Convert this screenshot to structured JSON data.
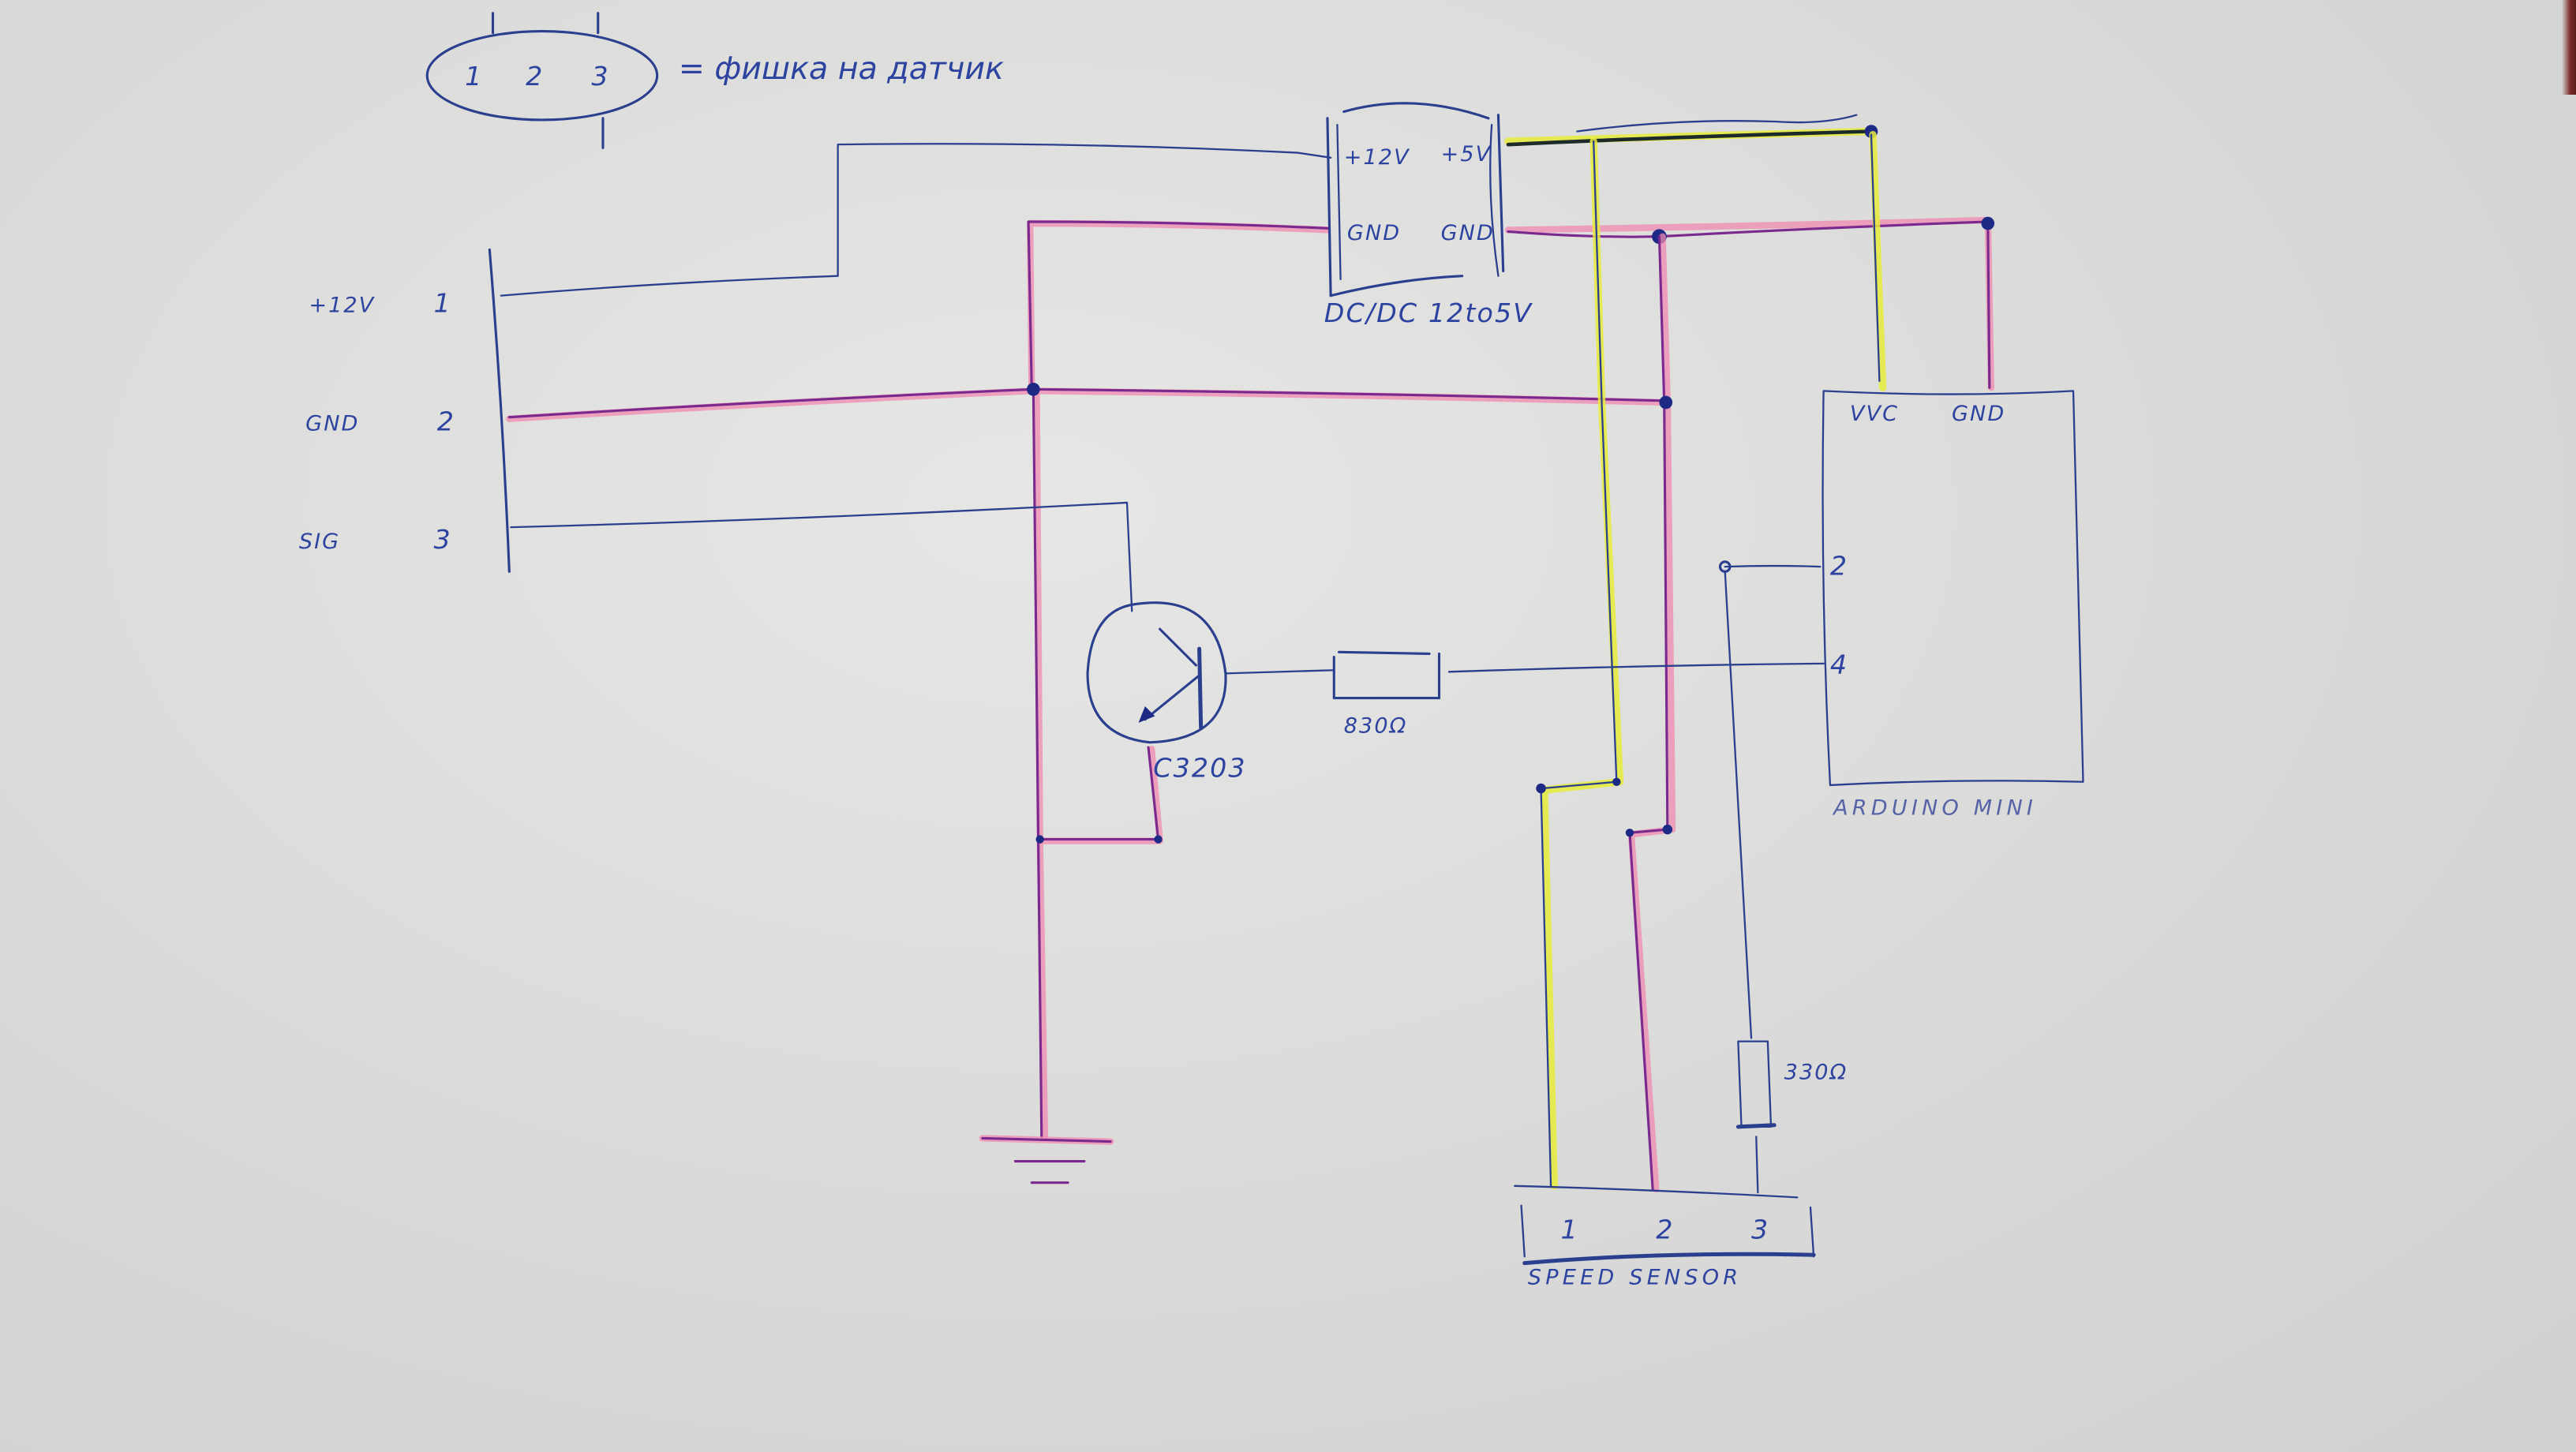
{
  "legend": {
    "connector_pins": [
      "1",
      "2",
      "3"
    ],
    "caption": "= фишка на датчик"
  },
  "input_connector": {
    "pins": [
      {
        "name": "+12V",
        "number": "1"
      },
      {
        "name": "GND",
        "number": "2"
      },
      {
        "name": "SIG",
        "number": "3"
      }
    ]
  },
  "dcdc": {
    "in_pos": "+12V",
    "in_gnd": "GND",
    "out_pos": "+5V",
    "out_gnd": "GND",
    "label": "DC/DC 12to5V"
  },
  "transistor": {
    "part": "C3203"
  },
  "resistor_base": {
    "value": "830Ω"
  },
  "resistor_pullup": {
    "value": "330Ω"
  },
  "arduino": {
    "label": "ARDUINO MINI",
    "pins": {
      "vcc": "VVC",
      "gnd": "GND",
      "d2": "2",
      "d4": "4"
    }
  },
  "speed_sensor": {
    "label": "SPEED SENSOR",
    "pins": [
      "1",
      "2",
      "3"
    ]
  },
  "wire_colors": {
    "ink": "#2b3f8f",
    "ground_highlight": "#f08ab0",
    "plus5v_highlight": "#e8ec3a",
    "paper": "#dedede"
  }
}
